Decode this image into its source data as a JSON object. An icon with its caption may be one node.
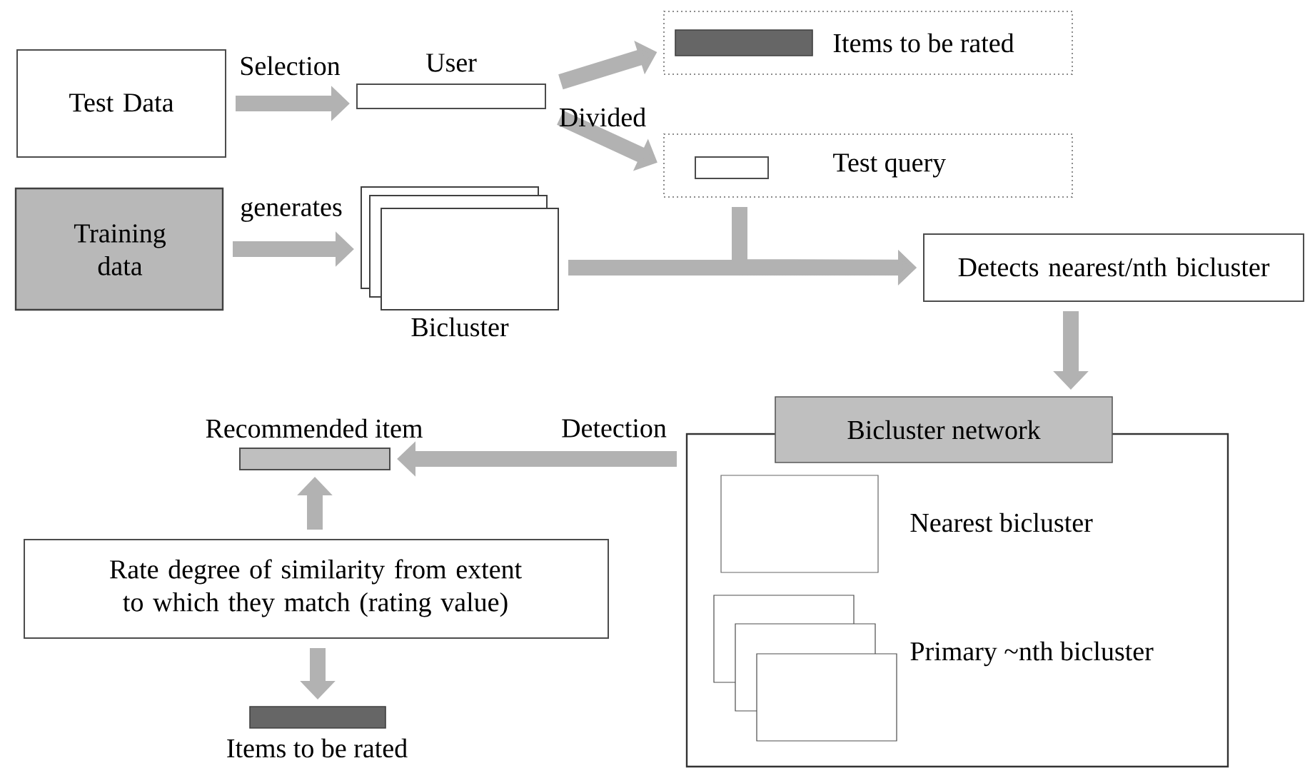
{
  "diagram": {
    "nodes": [
      {
        "text": [
          "Test Data"
        ]
      },
      {
        "text": [
          "User"
        ]
      },
      {
        "text": [
          "Items to be rated"
        ]
      },
      {
        "text": [],
        "shape": "bar",
        "in": 2
      },
      {
        "text": [
          "Test query"
        ]
      },
      {
        "text": [],
        "shape": "bar",
        "in": 4
      },
      {
        "text": [
          "Training data"
        ]
      },
      {
        "text": [
          "Bicluster"
        ]
      },
      {
        "text": [
          "Detects nearest/nth bicluster"
        ]
      },
      {
        "text": [
          "Bicluster network"
        ]
      },
      {
        "text": [],
        "shape": "box",
        "in": 9,
        "beside": [
          "Nearest bicluster"
        ]
      },
      {
        "text": [],
        "shape": "box",
        "in": 9,
        "beside": [
          "Primary ~nth bicluster"
        ]
      },
      {
        "text": [
          "Recommended item"
        ]
      },
      {
        "text": [
          "Rate degree of similarity from extent to which they match (rating value)"
        ]
      },
      {
        "text": [
          "Items to be rated"
        ]
      }
    ],
    "edges": [
      {
        "from": 0,
        "to": 1,
        "arrow": "to",
        "label": "Selection"
      },
      {
        "from": 1,
        "to": 2,
        "arrow": "to"
      },
      {
        "from": 1,
        "to": 4,
        "arrow": "to"
      },
      {
        "from": 6,
        "to": 7,
        "arrow": "to",
        "label": "generates"
      },
      {
        "from": 7,
        "to": 8,
        "arrow": "to"
      },
      {
        "from": 4,
        "to": 8,
        "arrow": "to"
      },
      {
        "from": 8,
        "to": 9,
        "arrow": "to"
      },
      {
        "from": 9,
        "to": 12,
        "arrow": "to",
        "label": "Detection"
      },
      {
        "from": 13,
        "to": 12,
        "arrow": "to"
      },
      {
        "from": 13,
        "to": 14,
        "arrow": "to"
      }
    ],
    "labels": [
      "Divided"
    ]
  }
}
